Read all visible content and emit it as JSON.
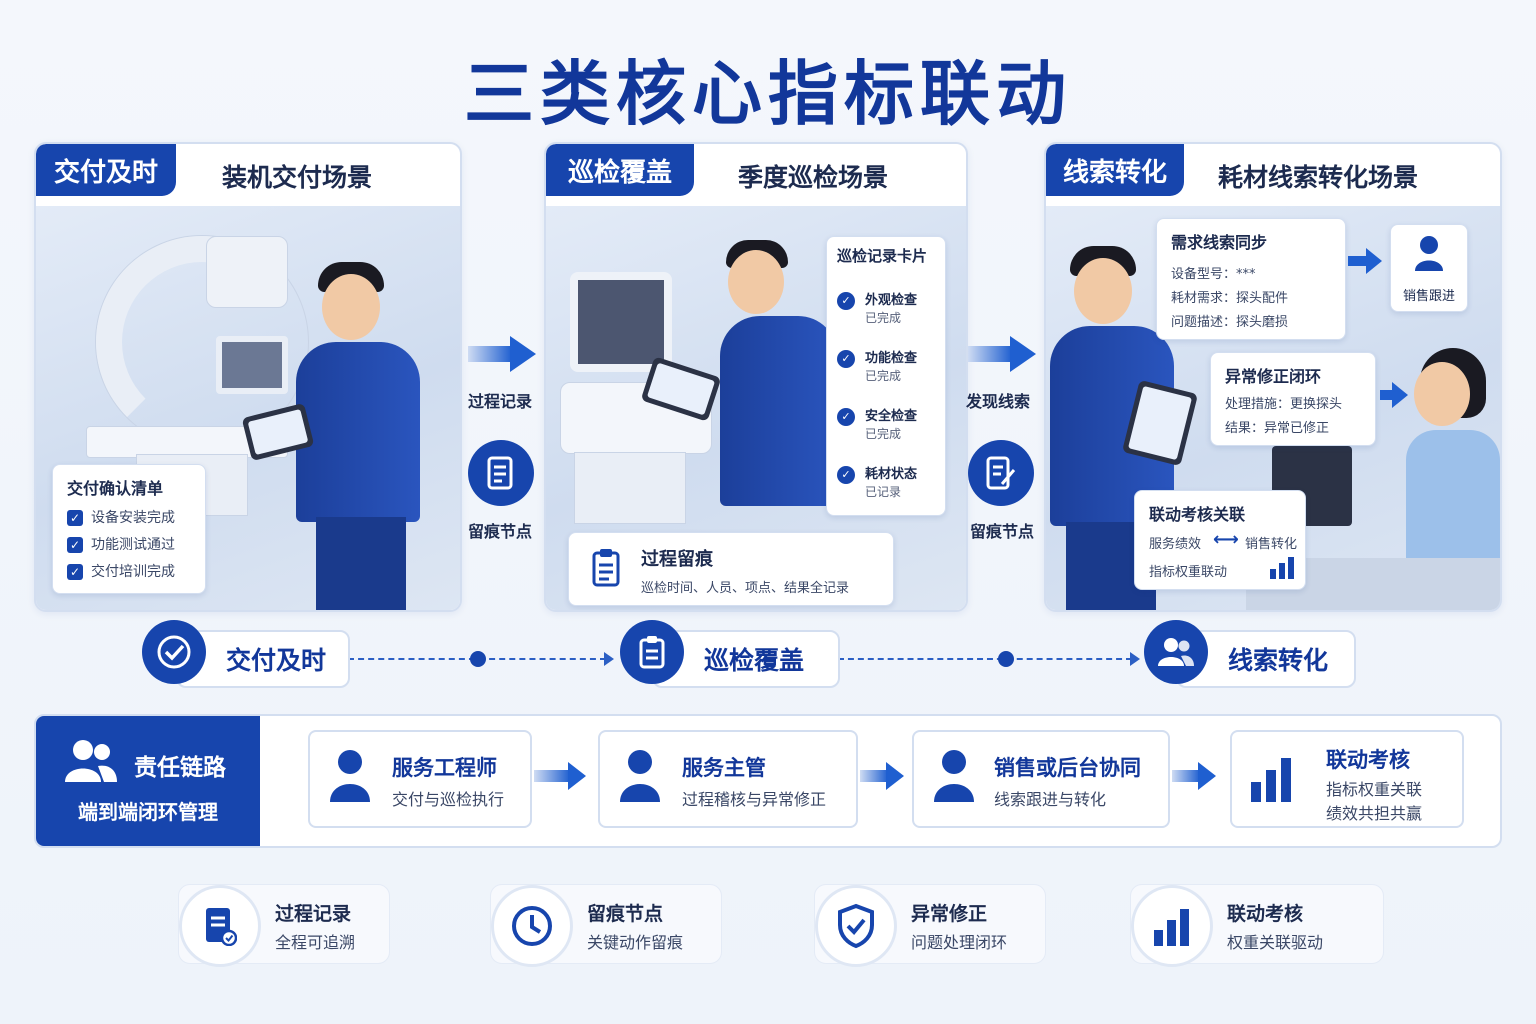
{
  "title": "三类核心指标联动",
  "panels": [
    {
      "tag": "交付及时",
      "scene": "装机交付场景"
    },
    {
      "tag": "巡检覆盖",
      "scene": "季度巡检场景"
    },
    {
      "tag": "线索转化",
      "scene": "耗材线索转化场景"
    }
  ],
  "delivery_card": {
    "title": "交付确认清单",
    "items": [
      "设备安装完成",
      "功能测试通过",
      "交付培训完成"
    ]
  },
  "connector1": {
    "top": "过程记录",
    "bottom": "留痕节点"
  },
  "connector2": {
    "top": "发现线索",
    "bottom": "留痕节点"
  },
  "inspection_card": {
    "title": "巡检记录卡片",
    "items": [
      {
        "name": "外观检查",
        "status": "已完成"
      },
      {
        "name": "功能检查",
        "status": "已完成"
      },
      {
        "name": "安全检查",
        "status": "已完成"
      },
      {
        "name": "耗材状态",
        "status": "已记录"
      }
    ]
  },
  "trace_card": {
    "title": "过程留痕",
    "desc": "巡检时间、人员、项点、结果全记录"
  },
  "demand_card": {
    "title": "需求线索同步",
    "lines": [
      "设备型号：***",
      "耗材需求：探头配件",
      "问题描述：探头磨损"
    ]
  },
  "sales_box": {
    "label": "销售跟进"
  },
  "fix_card": {
    "title": "异常修正闭环",
    "lines": [
      "处理措施：更换探头",
      "结果：异常已修正"
    ]
  },
  "link_card": {
    "title": "联动考核关联",
    "left": "服务绩效",
    "right": "销售转化",
    "bottom": "指标权重联动"
  },
  "flow": [
    "交付及时",
    "巡检覆盖",
    "线索转化"
  ],
  "chain": {
    "title": "责任链路",
    "subtitle": "端到端闭环管理",
    "roles": [
      {
        "title": "服务工程师",
        "desc": "交付与巡检执行"
      },
      {
        "title": "服务主管",
        "desc": "过程稽核与异常修正"
      },
      {
        "title": "销售或后台协同",
        "desc": "线索跟进与转化"
      },
      {
        "title": "联动考核",
        "desc": "指标权重关联",
        "desc2": "绩效共担共赢"
      }
    ]
  },
  "bottom": [
    {
      "title": "过程记录",
      "desc": "全程可追溯",
      "icon": "document-icon"
    },
    {
      "title": "留痕节点",
      "desc": "关键动作留痕",
      "icon": "clock-icon"
    },
    {
      "title": "异常修正",
      "desc": "问题处理闭环",
      "icon": "shield-check-icon"
    },
    {
      "title": "联动考核",
      "desc": "权重关联驱动",
      "icon": "bar-chart-icon"
    }
  ],
  "colors": {
    "primary": "#1745ad",
    "title": "#12379a",
    "arrow": "#1f5fd0"
  }
}
